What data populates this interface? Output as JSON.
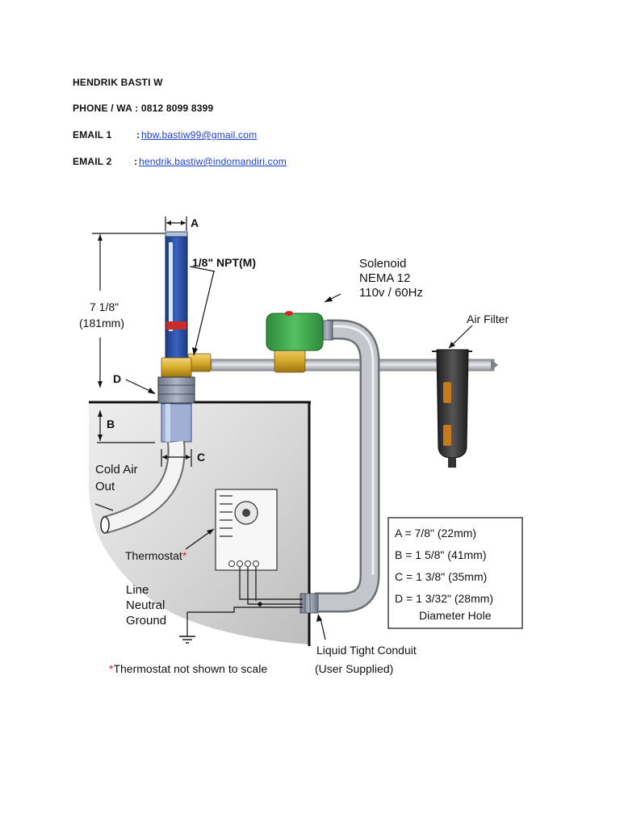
{
  "contact": {
    "name": "HENDRIK BASTI W",
    "phone_label": "PHONE / WA :",
    "phone": "0812 8099 8399",
    "email1_label": "EMAIL  1",
    "email1_sep": ":",
    "email1": "hbw.bastiw99@gmail.com",
    "email2_label": "EMAIL 2",
    "email2_sep": ":",
    "email2": "hendrik.bastiw@indomandiri.com"
  },
  "diagram": {
    "dim_a_label": "A",
    "npt_label": "1/8\" NPT(M)",
    "length_label_1": "7 1/8\"",
    "length_label_2": "(181mm)",
    "solenoid_1": "Solenoid",
    "solenoid_2": "NEMA 12",
    "solenoid_3": "110v / 60Hz",
    "air_filter": "Air Filter",
    "dim_d_label": "D",
    "dim_b_label": "B",
    "dim_c_label": "C",
    "cold_air_1": "Cold Air",
    "cold_air_2": "Out",
    "thermostat": "Thermostat",
    "asterisk": "*",
    "line": "Line",
    "neutral": "Neutral",
    "ground": "Ground",
    "note": "Thermostat not shown to scale",
    "conduit_1": "Liquid Tight Conduit",
    "conduit_2": "(User Supplied)",
    "legend": {
      "a": "A = 7/8\" (22mm)",
      "b": "B = 1 5/8\" (41mm)",
      "c": "C = 1 3/8\" (35mm)",
      "d": "D = 1 3/32\" (28mm)",
      "d2": "Diameter Hole"
    }
  },
  "colors": {
    "link": "#1a3fd6",
    "cabinet_fill": "#d0d0d0",
    "pipe": "#b9bcc2",
    "solenoid": "#3aa64a",
    "brass": "#d8ad2b",
    "tube_blue": "#2b4f9e",
    "filter_orange": "#c7791e",
    "asterisk_red": "#e02020"
  }
}
